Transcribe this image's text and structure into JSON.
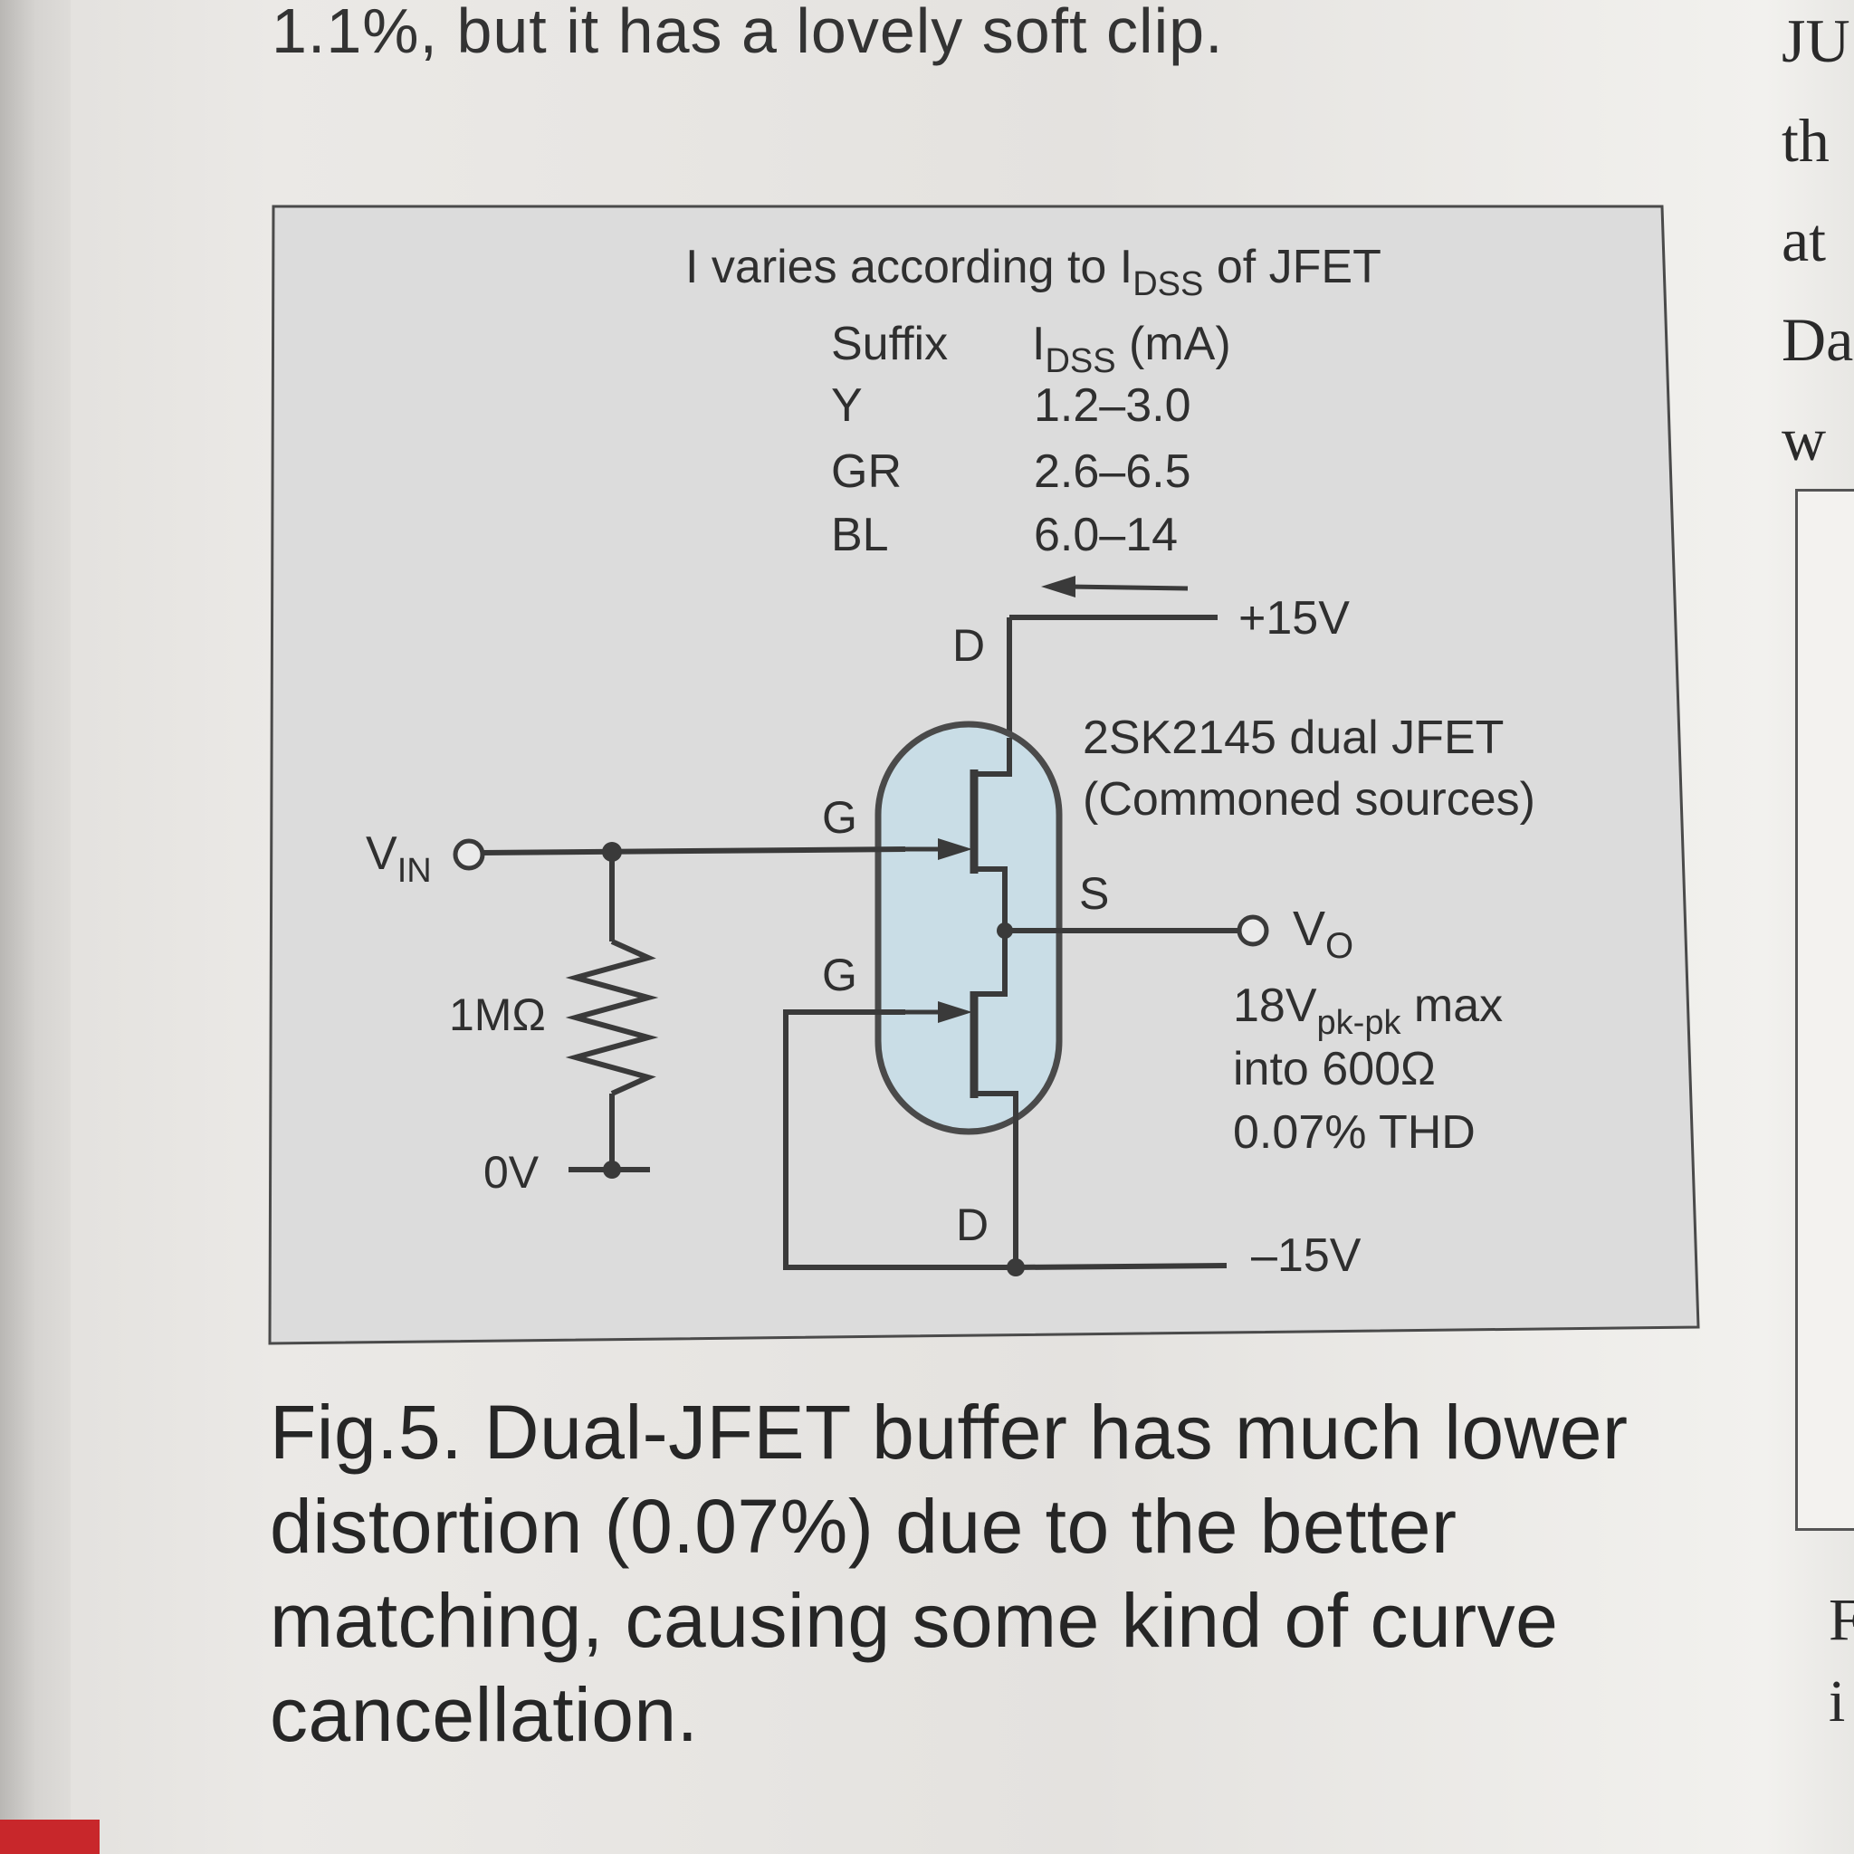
{
  "page": {
    "top_line": "1.1%, but it has a lovely soft clip.",
    "right_column_fragments": [
      "JU",
      "th",
      "at",
      "Da",
      "w"
    ],
    "right_bottom_fragments": [
      "F",
      "i"
    ]
  },
  "figure": {
    "heading_main": "I varies according to I",
    "heading_sub": "DSS",
    "heading_tail": " of JFET",
    "table": {
      "col1_header": "Suffix",
      "col2_header_main": "I",
      "col2_header_sub": "DSS",
      "col2_header_tail": " (mA)",
      "rows": [
        {
          "suffix": "Y",
          "idss": "1.2–3.0"
        },
        {
          "suffix": "GR",
          "idss": "2.6–6.5"
        },
        {
          "suffix": "BL",
          "idss": "6.0–14"
        }
      ]
    },
    "labels": {
      "plus_supply": "+15V",
      "minus_supply": "–15V",
      "drain_top": "D",
      "drain_bottom": "D",
      "gate_top": "G",
      "gate_bottom": "G",
      "source": "S",
      "vin_main": "V",
      "vin_sub": "IN",
      "vo_main": "V",
      "vo_sub": "O",
      "resistor": "1MΩ",
      "ground": "0V",
      "part_name": "2SK2145 dual JFET",
      "part_note": "(Commoned sources)",
      "spec1_main": "18V",
      "spec1_sub": "pk-pk",
      "spec1_tail": " max",
      "spec2": "into 600Ω",
      "spec3": "0.07% THD"
    },
    "colors": {
      "panel": "#dcdcdc",
      "device_fill": "#c9dde6",
      "line": "#3a3a3a"
    }
  },
  "caption": "Fig.5. Dual-JFET buffer has much lower distortion (0.07%) due to the better matching, causing some kind of curve cancellation."
}
